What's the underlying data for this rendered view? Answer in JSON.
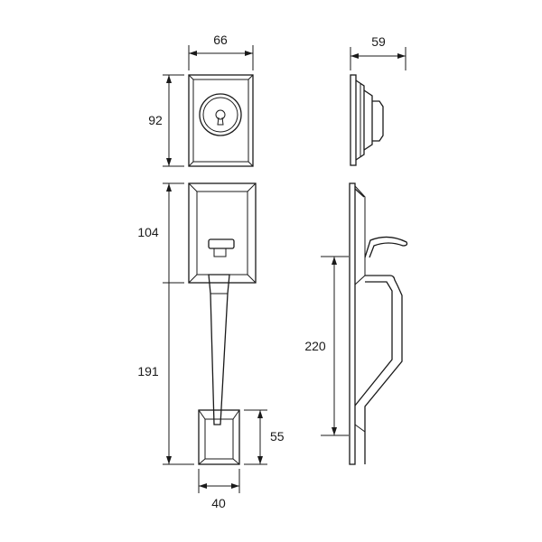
{
  "dimensions": {
    "deadbolt_width": "66",
    "deadbolt_height": "92",
    "deadbolt_depth": "59",
    "upper_plate_height": "104",
    "handle_length": "191",
    "handle_side_length": "220",
    "thumb_plate_height": "55",
    "thumb_plate_width": "40"
  }
}
